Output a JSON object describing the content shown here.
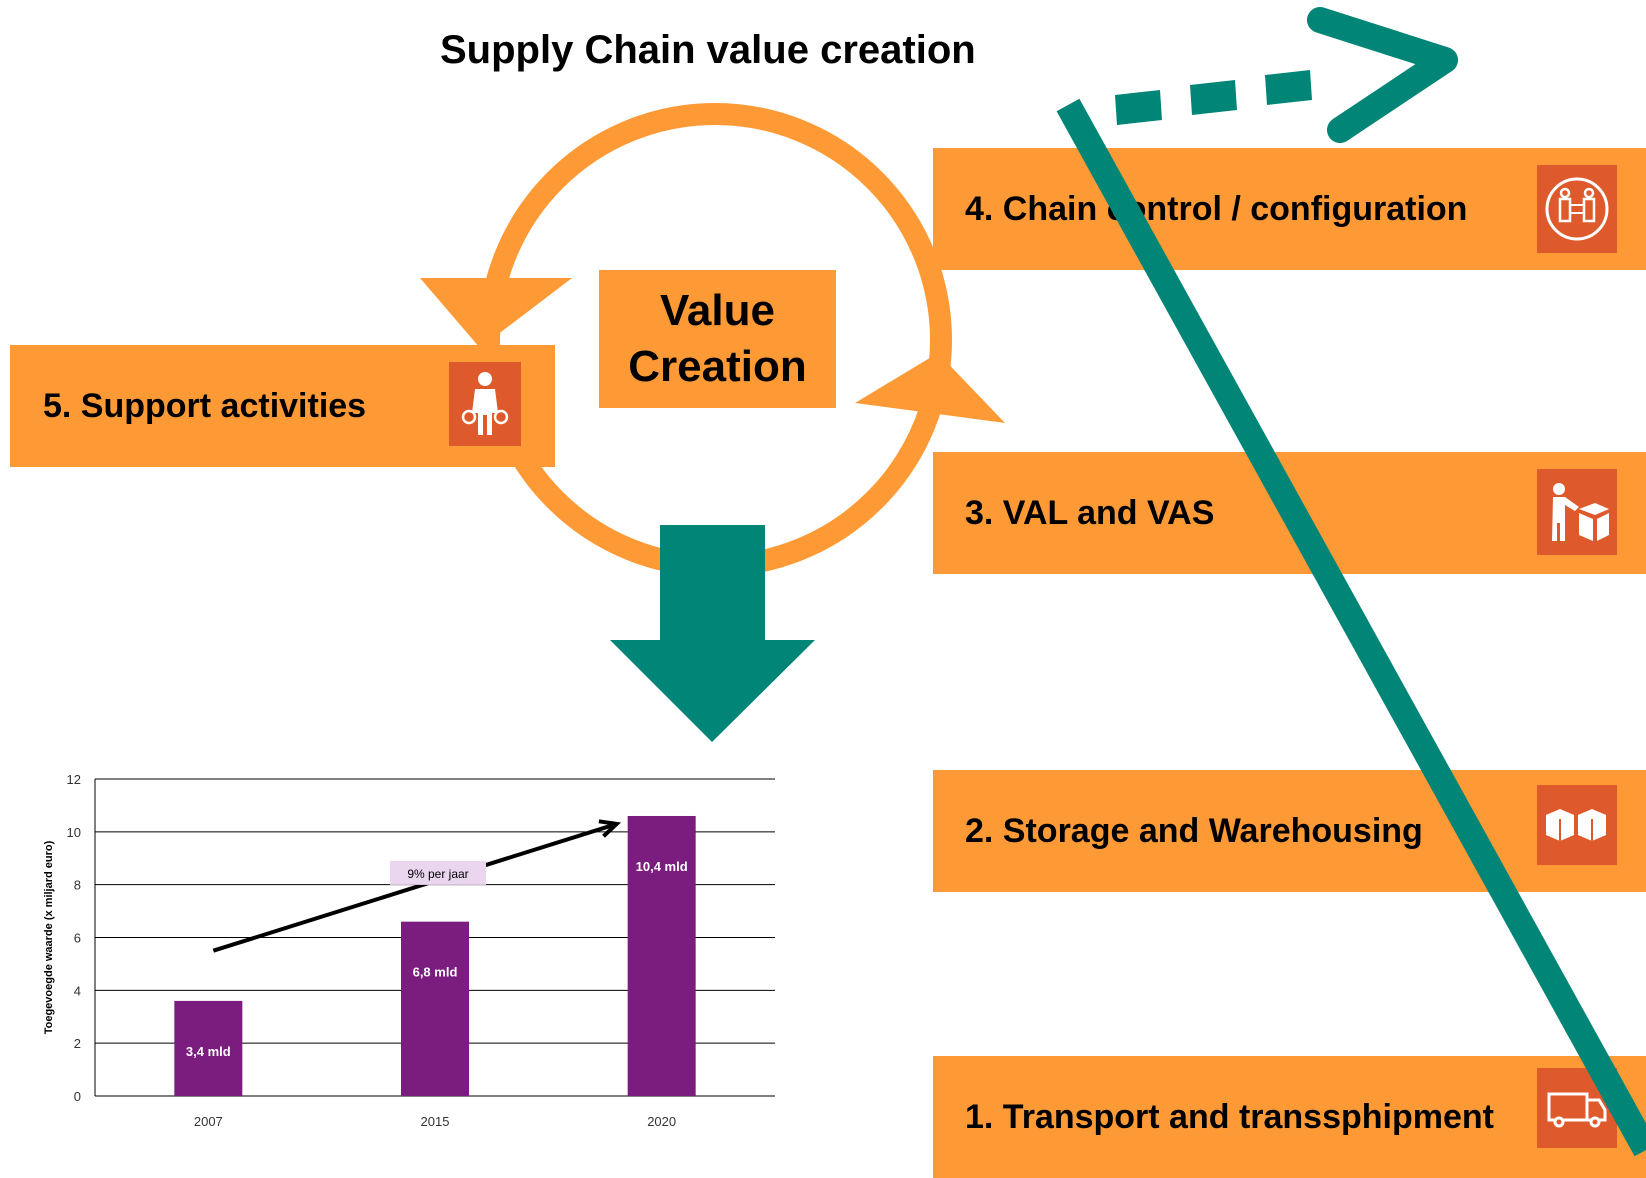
{
  "title": "Supply Chain value creation",
  "center": {
    "line1": "Value",
    "line2": "Creation"
  },
  "steps": [
    {
      "label": "4. Chain control / configuration",
      "icon": "people-exchange-icon"
    },
    {
      "label": "5. Support activities",
      "icon": "person-icon"
    },
    {
      "label": "3. VAL and VAS",
      "icon": "packing-person-icon"
    },
    {
      "label": "2. Storage and Warehousing",
      "icon": "boxes-icon"
    },
    {
      "label": "1. Transport and transsphipment",
      "icon": "truck-icon"
    }
  ],
  "colors": {
    "orange": "#fd9a36",
    "icon_bg": "#de5a2c",
    "teal": "#008577",
    "purple": "#7a1d7e"
  },
  "chart_data": {
    "type": "bar",
    "categories": [
      "2007",
      "2015",
      "2020"
    ],
    "values": [
      3.6,
      6.6,
      10.6
    ],
    "data_labels": [
      "3,4 mld",
      "6,8 mld",
      "10,4 mld"
    ],
    "ylabel": "Toegevoegde waarde (x miljard euro)",
    "ylim": [
      0,
      12
    ],
    "yticks": [
      "0",
      "2",
      "4",
      "6",
      "8",
      "10",
      "12"
    ],
    "annotation": "9% per jaar",
    "grid": true
  }
}
